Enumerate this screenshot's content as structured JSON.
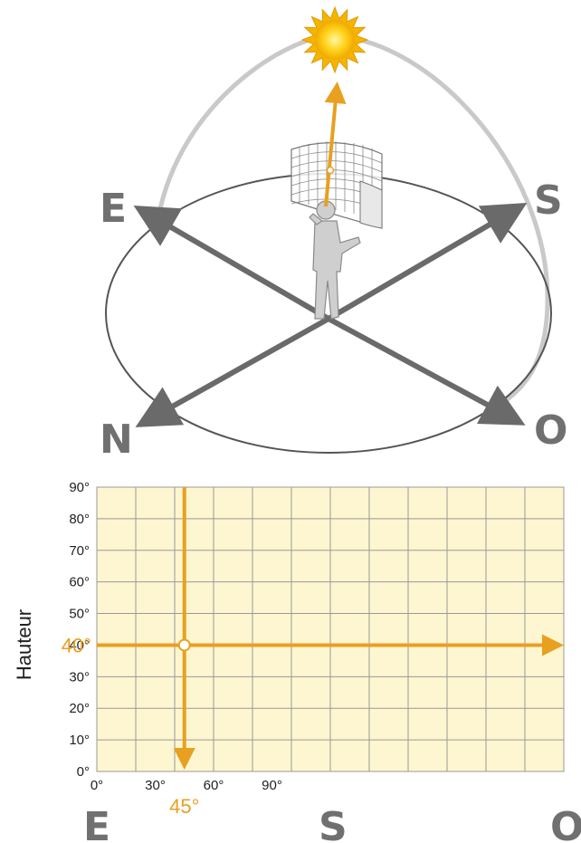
{
  "compass_3d": {
    "east": "E",
    "south": "S",
    "west": "O",
    "north": "N"
  },
  "chart": {
    "ylabel": "Hauteur",
    "y_ticks": [
      "0°",
      "10°",
      "20°",
      "30°",
      "40°",
      "50°",
      "60°",
      "70°",
      "80°",
      "90°"
    ],
    "x_ticks": [
      "0°",
      "30°",
      "60°",
      "90°"
    ],
    "altitude_marker": "40°",
    "azimuth_marker": "45°",
    "bottom_letters": {
      "east": "E",
      "south": "S",
      "west": "O"
    },
    "colors": {
      "grid_bg": "#fdf6d0",
      "grid_line": "#999999",
      "accent": "#e8a020",
      "arrow_grey": "#6a6a6a"
    }
  },
  "chart_data": {
    "type": "scatter",
    "title": "",
    "xlabel": "",
    "ylabel": "Hauteur",
    "xlim": [
      0,
      240
    ],
    "ylim": [
      0,
      90
    ],
    "x_ticks": [
      0,
      30,
      60,
      90
    ],
    "y_ticks": [
      0,
      10,
      20,
      30,
      40,
      50,
      60,
      70,
      80,
      90
    ],
    "grid": true,
    "points": [
      {
        "x": 45,
        "y": 40
      }
    ]
  }
}
